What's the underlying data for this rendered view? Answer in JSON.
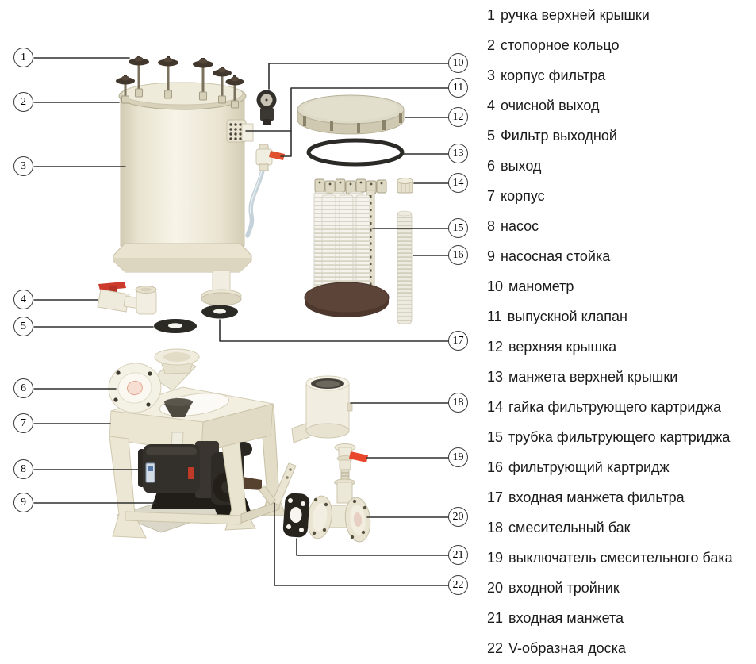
{
  "legend": {
    "items": [
      {
        "num": "1",
        "label": "ручка верхней крышки"
      },
      {
        "num": "2",
        "label": "стопорное кольцо"
      },
      {
        "num": "3",
        "label": "корпус фильтра"
      },
      {
        "num": "4",
        "label": "очисной выход"
      },
      {
        "num": "5",
        "label": "Фильтр выходной"
      },
      {
        "num": "6",
        "label": "выход"
      },
      {
        "num": "7",
        "label": "корпус"
      },
      {
        "num": "8",
        "label": "насос"
      },
      {
        "num": "9",
        "label": "насосная стойка"
      },
      {
        "num": "10",
        "label": "манометр"
      },
      {
        "num": "11",
        "label": "выпускной клапан"
      },
      {
        "num": "12",
        "label": "верхняя крышка"
      },
      {
        "num": "13",
        "label": "манжета верхней крышки"
      },
      {
        "num": "14",
        "label": "гайка фильтрующего картриджа"
      },
      {
        "num": "15",
        "label": "трубка фильтрующего картриджа"
      },
      {
        "num": "16",
        "label": "фильтрующий картридж"
      },
      {
        "num": "17",
        "label": "входная манжета фильтра"
      },
      {
        "num": "18",
        "label": "смесительный бак"
      },
      {
        "num": "19",
        "label": "выключатель смесительного бака"
      },
      {
        "num": "20",
        "label": "входной тройник"
      },
      {
        "num": "21",
        "label": "входная манжета"
      },
      {
        "num": "22",
        "label": "V-образная доска"
      }
    ]
  },
  "colors": {
    "cream": "#ece7d4",
    "cream_dark": "#d6cfb8",
    "dark_part": "#2c2a26",
    "brown_base": "#5d4438",
    "red_handle": "#cd392a",
    "orange_lever": "#e0512f",
    "leader_line": "#2f2f2d",
    "text": "#1b1b1b",
    "tube": "#bccad2"
  }
}
